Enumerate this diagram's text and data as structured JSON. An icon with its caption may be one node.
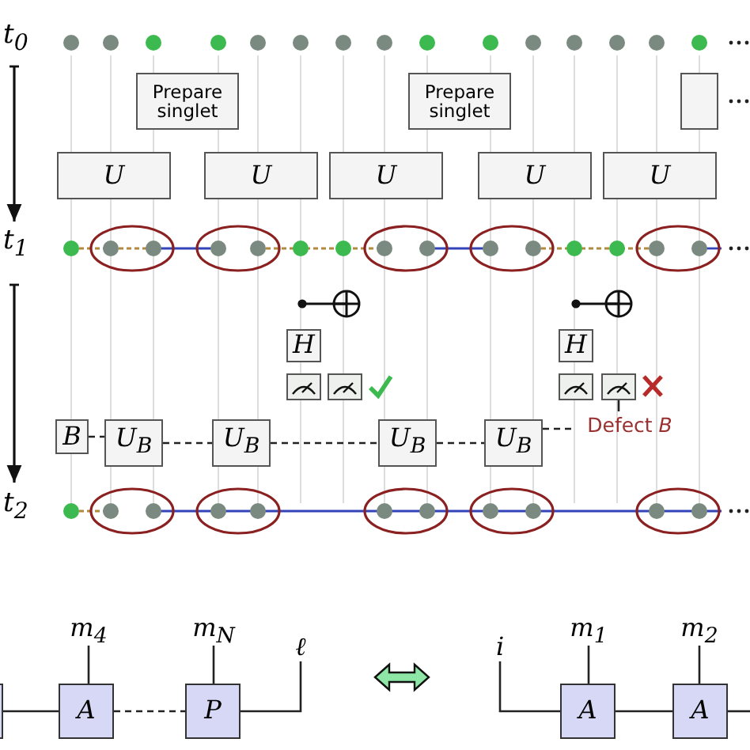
{
  "diagram": {
    "nodes": [
      {
        "text": [
          "Prepare singlet"
        ]
      },
      {
        "text": [
          "Prepare singlet"
        ]
      },
      {
        "text": [],
        "shape": "box"
      },
      {
        "text": [
          "U"
        ]
      },
      {
        "text": [
          "U"
        ]
      },
      {
        "text": [
          "U"
        ]
      },
      {
        "text": [
          "U"
        ]
      },
      {
        "text": [
          "U"
        ]
      },
      {
        "text": [
          "H"
        ]
      },
      {
        "text": [
          "H"
        ]
      },
      {
        "text": [],
        "shape": "box"
      },
      {
        "text": [],
        "shape": "box"
      },
      {
        "text": [],
        "shape": "box"
      },
      {
        "text": [],
        "shape": "box"
      },
      {
        "text": [
          "B"
        ]
      },
      {
        "text": [
          "U$_{B}$"
        ]
      },
      {
        "text": [
          "U$_{B}$"
        ]
      },
      {
        "text": [
          "U$_{B}$"
        ]
      },
      {
        "text": [
          "U$_{B}$"
        ]
      },
      {
        "text": [
          "Defect *B*"
        ]
      },
      {
        "text": [],
        "shape": "box"
      },
      {
        "text": [
          "m$_{4}$"
        ]
      },
      {
        "text": [
          "m$_{N}$"
        ]
      },
      {
        "text": [
          "ℓ"
        ]
      },
      {
        "text": [
          "i"
        ]
      },
      {
        "text": [
          "m$_{1}$"
        ]
      },
      {
        "text": [
          "m$_{2}$"
        ]
      },
      {
        "text": [
          "A"
        ]
      },
      {
        "text": [
          "P"
        ]
      },
      {
        "text": [
          "A"
        ]
      },
      {
        "text": [
          "A"
        ]
      }
    ],
    "edges": [
      {
        "from": 14,
        "to": 15,
        "arrow": "none",
        "style": "dashed"
      },
      {
        "from": 15,
        "to": 16,
        "arrow": "none",
        "style": "dashed"
      },
      {
        "from": 16,
        "to": 17,
        "arrow": "none",
        "style": "dashed"
      },
      {
        "from": 17,
        "to": 18,
        "arrow": "none",
        "style": "dashed"
      },
      {
        "from": 18,
        "to": 19,
        "arrow": "none",
        "style": "dashed"
      },
      {
        "from": 19,
        "to": 13,
        "arrow": "none"
      },
      {
        "from": 20,
        "to": 27,
        "arrow": "none"
      },
      {
        "from": 27,
        "to": 21,
        "arrow": "none"
      },
      {
        "from": 27,
        "to": 28,
        "arrow": "none",
        "style": "dashed"
      },
      {
        "from": 28,
        "to": 22,
        "arrow": "none"
      },
      {
        "from": 28,
        "to": 23,
        "arrow": "none"
      },
      {
        "from": 24,
        "to": 29,
        "arrow": "none"
      },
      {
        "from": 29,
        "to": 25,
        "arrow": "none"
      },
      {
        "from": 29,
        "to": 30,
        "arrow": "none"
      },
      {
        "from": 30,
        "to": 26,
        "arrow": "none"
      },
      {
        "from": 30,
        "to": null,
        "arrow": "none"
      }
    ],
    "labels": [
      "t$_{0}$",
      "t$_{1}$",
      "t$_{2}$"
    ]
  }
}
